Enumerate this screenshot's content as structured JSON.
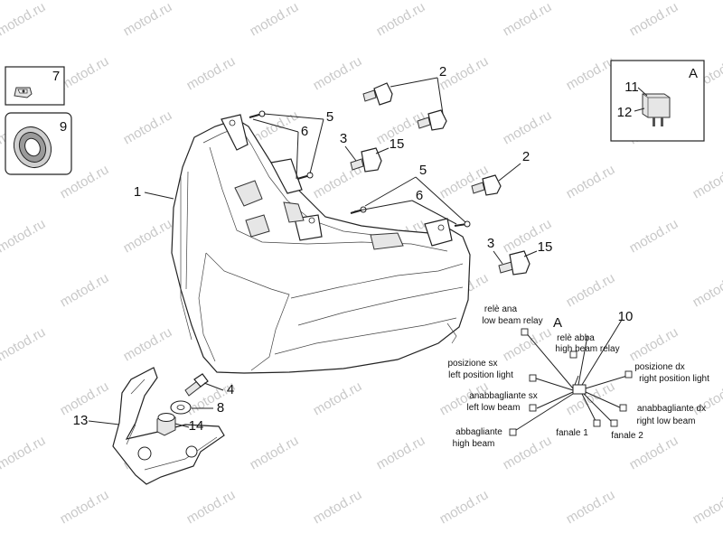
{
  "watermark": "motod.ru",
  "callouts": {
    "c1": "1",
    "c2a": "2",
    "c2b": "2",
    "c3a": "3",
    "c3b": "3",
    "c4": "4",
    "c5a": "5",
    "c5b": "5",
    "c6a": "6",
    "c6b": "6",
    "c7": "7",
    "c8": "8",
    "c9": "9",
    "c10": "10",
    "c11": "11",
    "c12": "12",
    "c13": "13",
    "c14": "14",
    "c15a": "15",
    "c15b": "15"
  },
  "detail_markers": {
    "box_a": "A",
    "wiring_a": "A"
  },
  "wiring_labels": {
    "low_beam_relay_it": "relè ana",
    "low_beam_relay_en": "low beam relay",
    "high_beam_relay_it": "relè abba",
    "high_beam_relay_en": "high beam relay",
    "left_position_it": "posizione sx",
    "left_position_en": "left position light",
    "left_low_it": "anabbagliante sx",
    "left_low_en": "left low beam",
    "high_it": "abbagliante",
    "high_en": "high beam",
    "fanale1": "fanale 1",
    "fanale2": "fanale 2",
    "right_position_it": "posizione dx",
    "right_position_en": "right position light",
    "right_low_it": "anabbagliante dx",
    "right_low_en": "right low beam"
  }
}
